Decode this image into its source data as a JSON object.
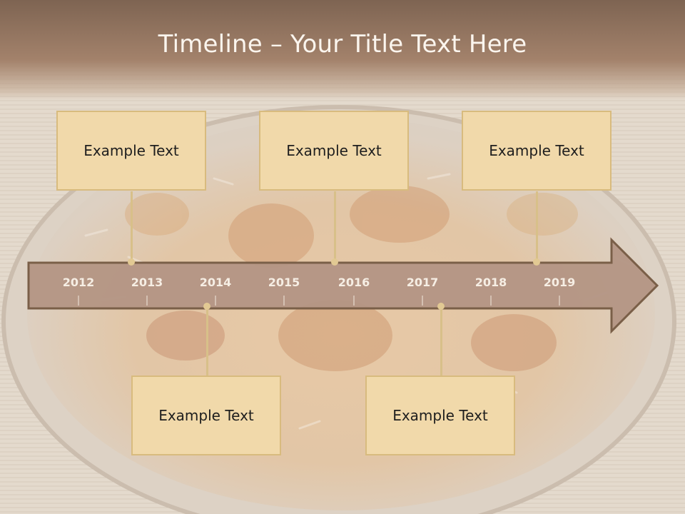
{
  "title": "Timeline – Your Title Text Here",
  "colors": {
    "arrow_fill": "#b39584",
    "arrow_border": "#7a5f48",
    "box_fill": "#f1d9aa",
    "box_border": "#d8bb7e",
    "title_band": "#8f715d"
  },
  "timeline": {
    "years": [
      "2012",
      "2013",
      "2014",
      "2015",
      "2016",
      "2017",
      "2018",
      "2019"
    ]
  },
  "events": {
    "top": [
      {
        "text": "Example Text"
      },
      {
        "text": "Example Text"
      },
      {
        "text": "Example Text"
      }
    ],
    "bottom": [
      {
        "text": "Example Text"
      },
      {
        "text": "Example Text"
      }
    ]
  }
}
